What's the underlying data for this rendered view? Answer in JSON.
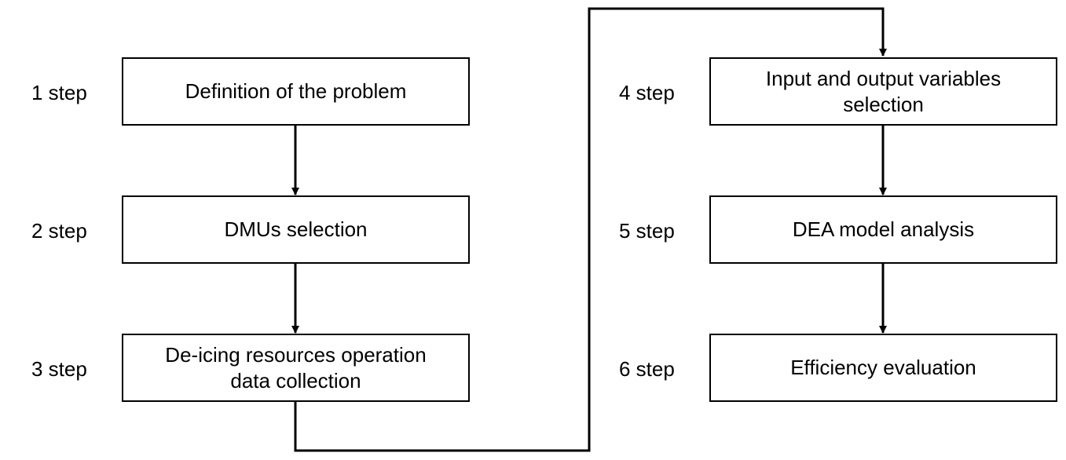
{
  "line_color": "#000000",
  "background": "#ffffff",
  "steps": [
    {
      "label": "1 step",
      "text": "Definition of the problem"
    },
    {
      "label": "2 step",
      "text": "DMUs selection"
    },
    {
      "label": "3 step",
      "text": "De-icing resources operation\ndata collection"
    },
    {
      "label": "4 step",
      "text": "Input and output variables\nselection"
    },
    {
      "label": "5 step",
      "text": "DEA model analysis"
    },
    {
      "label": "6 step",
      "text": "Efficiency evaluation"
    }
  ]
}
